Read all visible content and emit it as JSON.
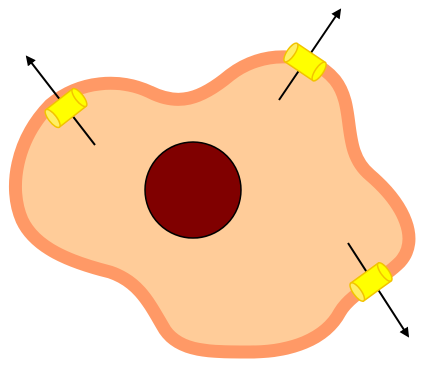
{
  "diagram": {
    "colors": {
      "background": "#ffffff",
      "membrane": "#ff9966",
      "cytoplasm": "#ffcc99",
      "nucleus": "#800000",
      "nucleus_outline": "#000000",
      "channel_fill": "#ffff00",
      "channel_outline": "#f2c300",
      "channel_end": "#ffee66",
      "arrow": "#000000"
    },
    "channels": [
      {
        "name": "transporter-upper-left",
        "direction": "outward"
      },
      {
        "name": "transporter-upper-right",
        "direction": "outward"
      },
      {
        "name": "transporter-lower-right",
        "direction": "outward"
      }
    ]
  }
}
